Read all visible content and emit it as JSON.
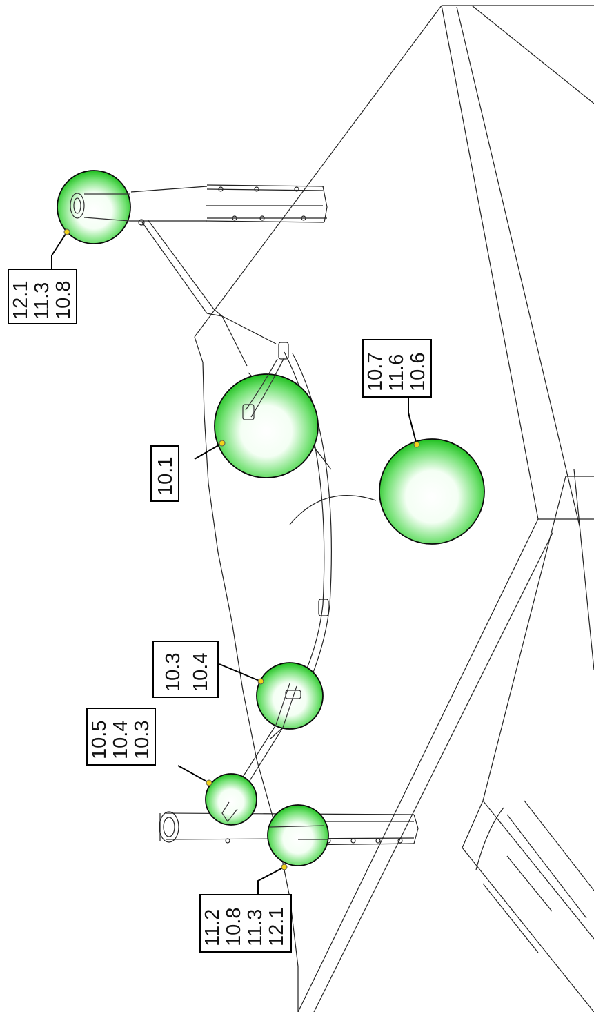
{
  "callouts": [
    {
      "id": "A",
      "lines": [
        "12.1",
        "11.3",
        "10.8"
      ]
    },
    {
      "id": "B",
      "lines": [
        "10.7",
        "11.6",
        "10.6"
      ]
    },
    {
      "id": "C",
      "lines": [
        "10.1"
      ]
    },
    {
      "id": "D",
      "lines": [
        "10.3",
        "10.4"
      ]
    },
    {
      "id": "E",
      "lines": [
        "10.5",
        "10.4",
        "10.3"
      ]
    },
    {
      "id": "F",
      "lines": [
        "11.2",
        "10.8",
        "11.3",
        "12.1"
      ]
    }
  ],
  "colors": {
    "highlight_edge": "#1fbf1f",
    "highlight_center": "#ffffff",
    "anchor_dot": "#f2d21a",
    "line": "#000000"
  }
}
